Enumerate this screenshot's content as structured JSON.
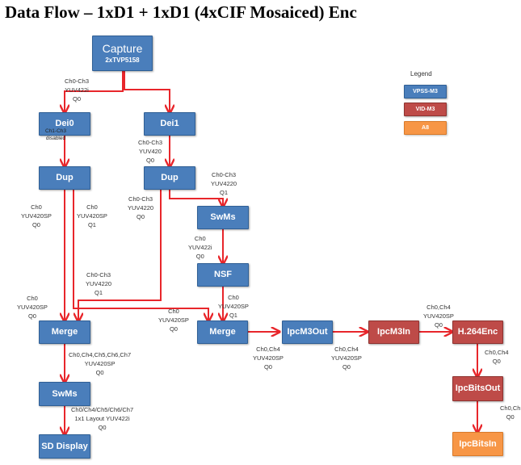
{
  "title": "Data Flow – 1xD1 + 1xD1 (4xCIF Mosaiced) Enc",
  "legend": {
    "title": "Legend",
    "items": [
      {
        "label": "VPSS-M3",
        "color": "#4a7ebb"
      },
      {
        "label": "VID-M3",
        "color": "#be4b48"
      },
      {
        "label": "A8",
        "color": "#f79646"
      }
    ]
  },
  "colors": {
    "wire": "#e8262b",
    "vpss": "#4a7ebb",
    "vid": "#be4b48",
    "a8": "#f79646"
  },
  "nodes": {
    "capture": {
      "name": "Capture",
      "sub": "2xTVP5158",
      "core": "VPSS-M3"
    },
    "dei0": {
      "name": "Dei0",
      "note": [
        "Ch1-Ch3",
        "disabled"
      ],
      "core": "VPSS-M3"
    },
    "dei1": {
      "name": "Dei1",
      "core": "VPSS-M3"
    },
    "dup0": {
      "name": "Dup",
      "core": "VPSS-M3"
    },
    "dup1": {
      "name": "Dup",
      "core": "VPSS-M3"
    },
    "swms1": {
      "name": "SwMs",
      "core": "VPSS-M3"
    },
    "nsf": {
      "name": "NSF",
      "core": "VPSS-M3"
    },
    "merge0": {
      "name": "Merge",
      "core": "VPSS-M3"
    },
    "merge1": {
      "name": "Merge",
      "core": "VPSS-M3"
    },
    "swms0": {
      "name": "SwMs",
      "core": "VPSS-M3"
    },
    "sddisplay": {
      "name": "SD Display",
      "core": "VPSS-M3"
    },
    "ipcm3out": {
      "name": "IpcM3Out",
      "core": "VPSS-M3"
    },
    "ipcm3in": {
      "name": "IpcM3In",
      "core": "VID-M3"
    },
    "h264enc": {
      "name": "H.264Enc",
      "core": "VID-M3"
    },
    "ipcbitsout": {
      "name": "IpcBitsOut",
      "core": "VID-M3"
    },
    "ipcbitsin": {
      "name": "IpcBitsIn",
      "core": "A8"
    }
  },
  "edges": {
    "capture_dei": [
      "Ch0-Ch3",
      "YUV422i",
      "Q0"
    ],
    "dei1_dup1": [
      "Ch0-Ch3",
      "YUV420",
      "Q0"
    ],
    "dup0_merge0_q0": [
      "Ch0",
      "YUV420SP",
      "Q0"
    ],
    "dup0_merge1_q1": [
      "Ch0",
      "YUV420SP",
      "Q1"
    ],
    "dup1_merge0_q0": [
      "Ch0-Ch3",
      "YUV4220",
      "Q0"
    ],
    "dup1_swms1_q1": [
      "Ch0-Ch3",
      "YUV4220",
      "Q1"
    ],
    "dup1_merge0_q1": [
      "Ch0-Ch3",
      "YUV4220",
      "Q1"
    ],
    "merge0_in": [
      "Ch0",
      "YUV420SP",
      "Q0"
    ],
    "swms1_nsf": [
      "Ch0",
      "YUV422i",
      "Q0"
    ],
    "merge1_in_q0": [
      "Ch0",
      "YUV420SP",
      "Q0"
    ],
    "nsf_merge1_q1": [
      "Ch0",
      "YUV420SP",
      "Q1"
    ],
    "merge0_swms0": [
      "Ch0,Ch4,Ch5,Ch6,Ch7",
      "YUV420SP",
      "Q0"
    ],
    "swms0_display": [
      "Ch0/Ch4/Ch5/Ch6/Ch7",
      "1x1 Layout YUV422i",
      "Q0"
    ],
    "merge1_ipcm3out": [
      "Ch0,Ch4",
      "YUV420SP",
      "Q0"
    ],
    "ipcm3out_ipcm3in": [
      "Ch0,Ch4",
      "YUV420SP",
      "Q0"
    ],
    "ipcm3in_h264": [
      "Ch0,Ch4",
      "YUV420SP",
      "Q0"
    ],
    "h264_bitsout": [
      "Ch0,Ch4",
      "Q0"
    ],
    "bitsout_bitsin": [
      "Ch0,Ch",
      "Q0"
    ]
  }
}
